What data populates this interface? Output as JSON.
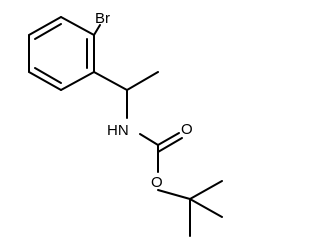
{
  "molecule": {
    "atoms": {
      "bromine": "Br",
      "amine_nitrogen": "HN",
      "carbonyl_oxygen": "O",
      "ester_oxygen": "O"
    },
    "colors": {
      "bond": "#000000",
      "text": "#000000",
      "background": "#ffffff"
    }
  }
}
